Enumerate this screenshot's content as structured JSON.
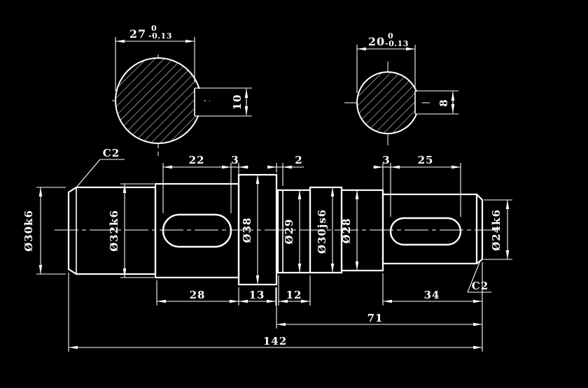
{
  "app": {
    "background": "#000000",
    "line_color": "#ffffff"
  },
  "cross_section_left": {
    "width_value": "27",
    "tol_upper": "0",
    "tol_lower": "-0.13",
    "key_width": "10"
  },
  "cross_section_right": {
    "width_value": "20",
    "tol_upper": "0",
    "tol_lower": "-0.13",
    "key_width": "8"
  },
  "main_view": {
    "chamfer_left": "C2",
    "chamfer_right": "C2",
    "top_dims": {
      "keyway_left_length": "22",
      "keyway_left_end_gap": "3",
      "groove_width": "2",
      "keyway_right_start_gap": "3",
      "keyway_right_length": "25"
    },
    "bottom_dims": {
      "seg_28": "28",
      "seg_13": "13",
      "seg_12": "12",
      "seg_34": "34",
      "seg_71": "71",
      "total_length": "142"
    },
    "diameters": {
      "d1": "Ø30k6",
      "d2": "Ø32k6",
      "d3": "Ø38",
      "d4": "Ø29",
      "d5": "Ø30js6",
      "d6": "Ø28",
      "d7": "Ø24k6"
    }
  }
}
